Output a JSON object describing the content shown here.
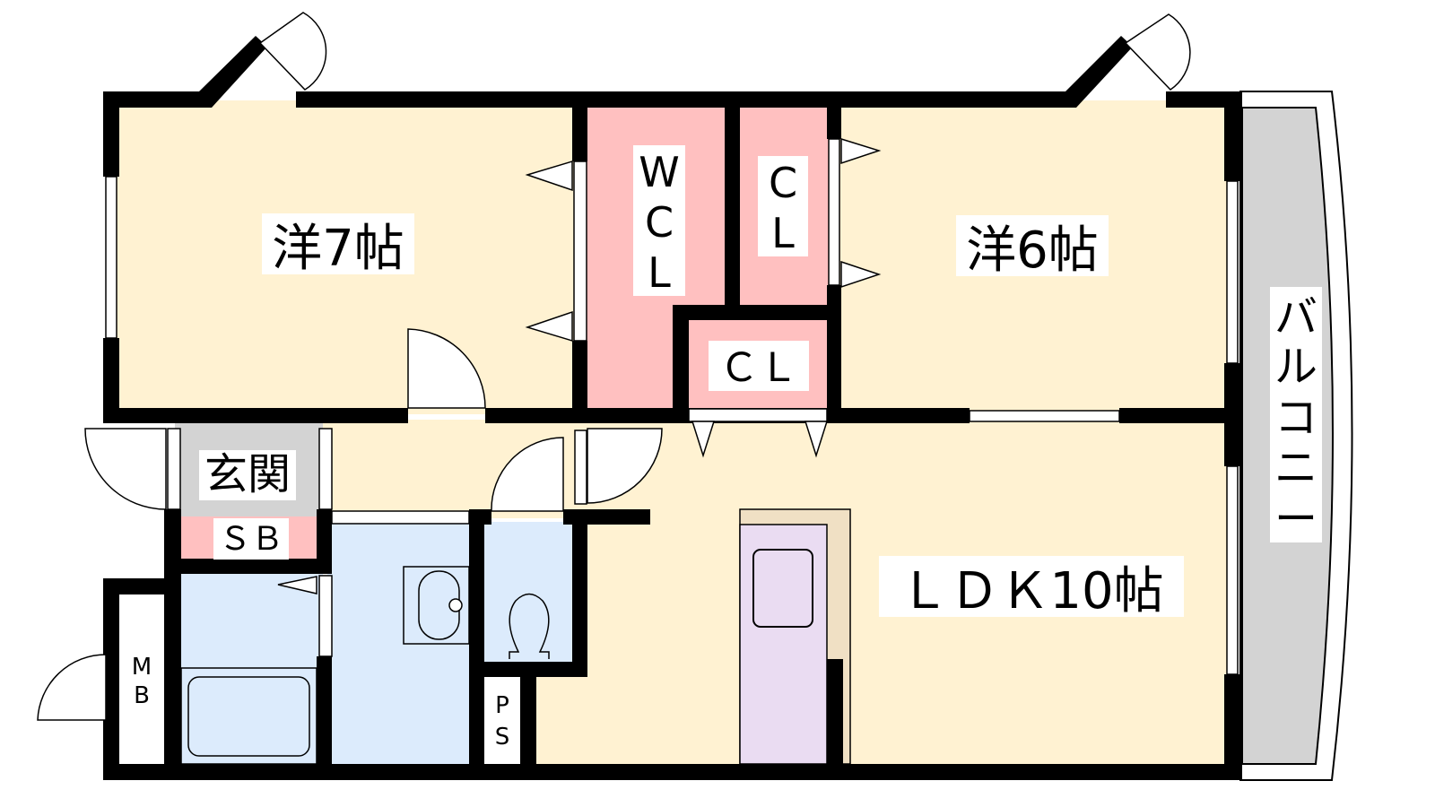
{
  "colors": {
    "room": "#FFF2D2",
    "closet": "#FFC0C0",
    "wet": "#DCEBFC",
    "entry": "#D3D3D3",
    "kitchen": "#EADCF2",
    "counter": "#F0E0C4",
    "balcony": "#D3D3D3",
    "wall": "#000000"
  },
  "rooms": {
    "western7": "洋7帖",
    "western6": "洋6帖",
    "wcl": [
      "W",
      "C",
      "L"
    ],
    "cl_upper": [
      "C",
      "L"
    ],
    "cl_lower": "ＣＬ",
    "genkan": "玄関",
    "sb": "ＳＢ",
    "mb": [
      "M",
      "B"
    ],
    "ps": [
      "P",
      "S"
    ],
    "ldk": "ＬＤＫ10帖",
    "balcony": [
      "バ",
      "ル",
      "コ",
      "ニ",
      "ー"
    ]
  }
}
